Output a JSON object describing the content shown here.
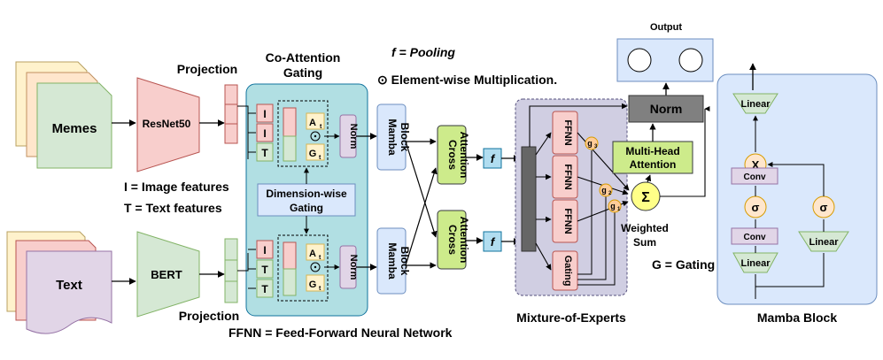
{
  "inputs": {
    "memes": "Memes",
    "text": "Text"
  },
  "encoders": {
    "image": "ResNet50",
    "text": "BERT"
  },
  "projection": {
    "top": "Projection",
    "bottom": "Projection"
  },
  "co_attention": {
    "title_line1": "Co-Attention",
    "title_line2": "Gating",
    "dimension_gating_line1": "Dimension-wise",
    "dimension_gating_line2": "Gating",
    "norm": "Norm",
    "rows_top": [
      "I",
      "I",
      "T"
    ],
    "rows_bottom": [
      "I",
      "T",
      "T"
    ],
    "a_label": "A",
    "g_label": "G",
    "subscript": "t",
    "odot": "⊙"
  },
  "legend": {
    "image_features": "I = Image features",
    "text_features": "T = Text features",
    "pooling": "f = Pooling",
    "elementwise": "⊙ Element-wise Multiplication.",
    "ffnn": "FFNN = Feed-Forward Neural Network",
    "gating": "G = Gating"
  },
  "mamba": {
    "label_line1": "Mamba",
    "label_line2": "Block"
  },
  "cross_attention": {
    "line1": "Cross",
    "line2": "Attention"
  },
  "pool_symbol": "f",
  "moe": {
    "title": "Mixture-of-Experts",
    "experts": [
      "FFNN",
      "FFNN",
      "FFNN"
    ],
    "gating": "Gating",
    "g3": "g",
    "g3_sub": "3",
    "g2": "g",
    "g2_sub": "2",
    "g1": "g",
    "g1_sub": "1"
  },
  "output": {
    "title": "Output",
    "norm": "Norm",
    "mha_line1": "Multi-Head",
    "mha_line2": "Attention",
    "sum": "Σ",
    "weighted_line1": "Weighted",
    "weighted_line2": "Sum"
  },
  "mamba_block_detail": {
    "title": "Mamba Block",
    "linear_top": "Linear",
    "multiply": "X",
    "conv_top": "Conv",
    "sigma_left": "σ",
    "sigma_right": "σ",
    "conv_bottom": "Conv",
    "linear_bottom_left": "Linear",
    "linear_bottom_right": "Linear"
  },
  "colors": {
    "memes_fill": "#d5e8d4",
    "text_fill": "#e1d5e7",
    "encoder_fill": "#f8cecc",
    "bert_fill": "#d5e8d4",
    "coattn_bg": "#b1dfe3",
    "mamba_fill": "#dae8fc",
    "cross_fill": "#cdeb8b",
    "moe_bg": "#d0cee2",
    "ffnn_fill": "#f8cecc",
    "output_fill": "#dae8fc",
    "norm_dark": "#808080",
    "gate_circle": "#ffcc99",
    "sum_circle": "#ffff88"
  }
}
